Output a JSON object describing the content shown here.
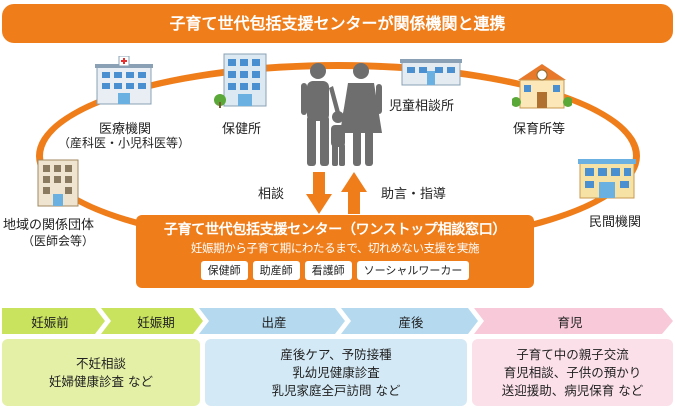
{
  "banner": {
    "title": "子育て世代包括支援センターが関係機関と連携"
  },
  "nodes": {
    "hospital": {
      "name": "医療機関",
      "note": "（産科医・小児科医等）"
    },
    "health_center": {
      "name": "保健所"
    },
    "child_consult": {
      "name": "児童相談所"
    },
    "nursery": {
      "name": "保育所等"
    },
    "private": {
      "name": "民間機関"
    },
    "community": {
      "name": "地域の関係団体",
      "note": "（医師会等）"
    }
  },
  "arrows": {
    "consult": "相談",
    "advice": "助言・指導"
  },
  "center": {
    "title": "子育て世代包括支援センター（ワンストップ相談窓口）",
    "subtitle": "妊娠期から子育て期にわたるまで、切れめない支援を実施",
    "roles": [
      "保健師",
      "助産師",
      "看護師",
      "ソーシャルワーカー"
    ]
  },
  "phases": [
    "妊娠前",
    "妊娠期",
    "出産",
    "産後",
    "育児"
  ],
  "details": [
    [
      "不妊相談",
      "妊婦健康診査 など"
    ],
    [
      "産後ケア、予防接種",
      "乳幼児健康診査",
      "乳児家庭全戸訪問 など"
    ],
    [
      "子育て中の親子交流",
      "育児相談、子供の預かり",
      "送迎援助、病児保育 など"
    ]
  ],
  "colors": {
    "orange": "#ef7d1a",
    "green": "#c9e35e",
    "blue": "#b5daf0",
    "pink": "#f7c9d9",
    "green_light": "#e3f0a6",
    "blue_light": "#d3e9f6",
    "pink_light": "#fbe0ea"
  }
}
